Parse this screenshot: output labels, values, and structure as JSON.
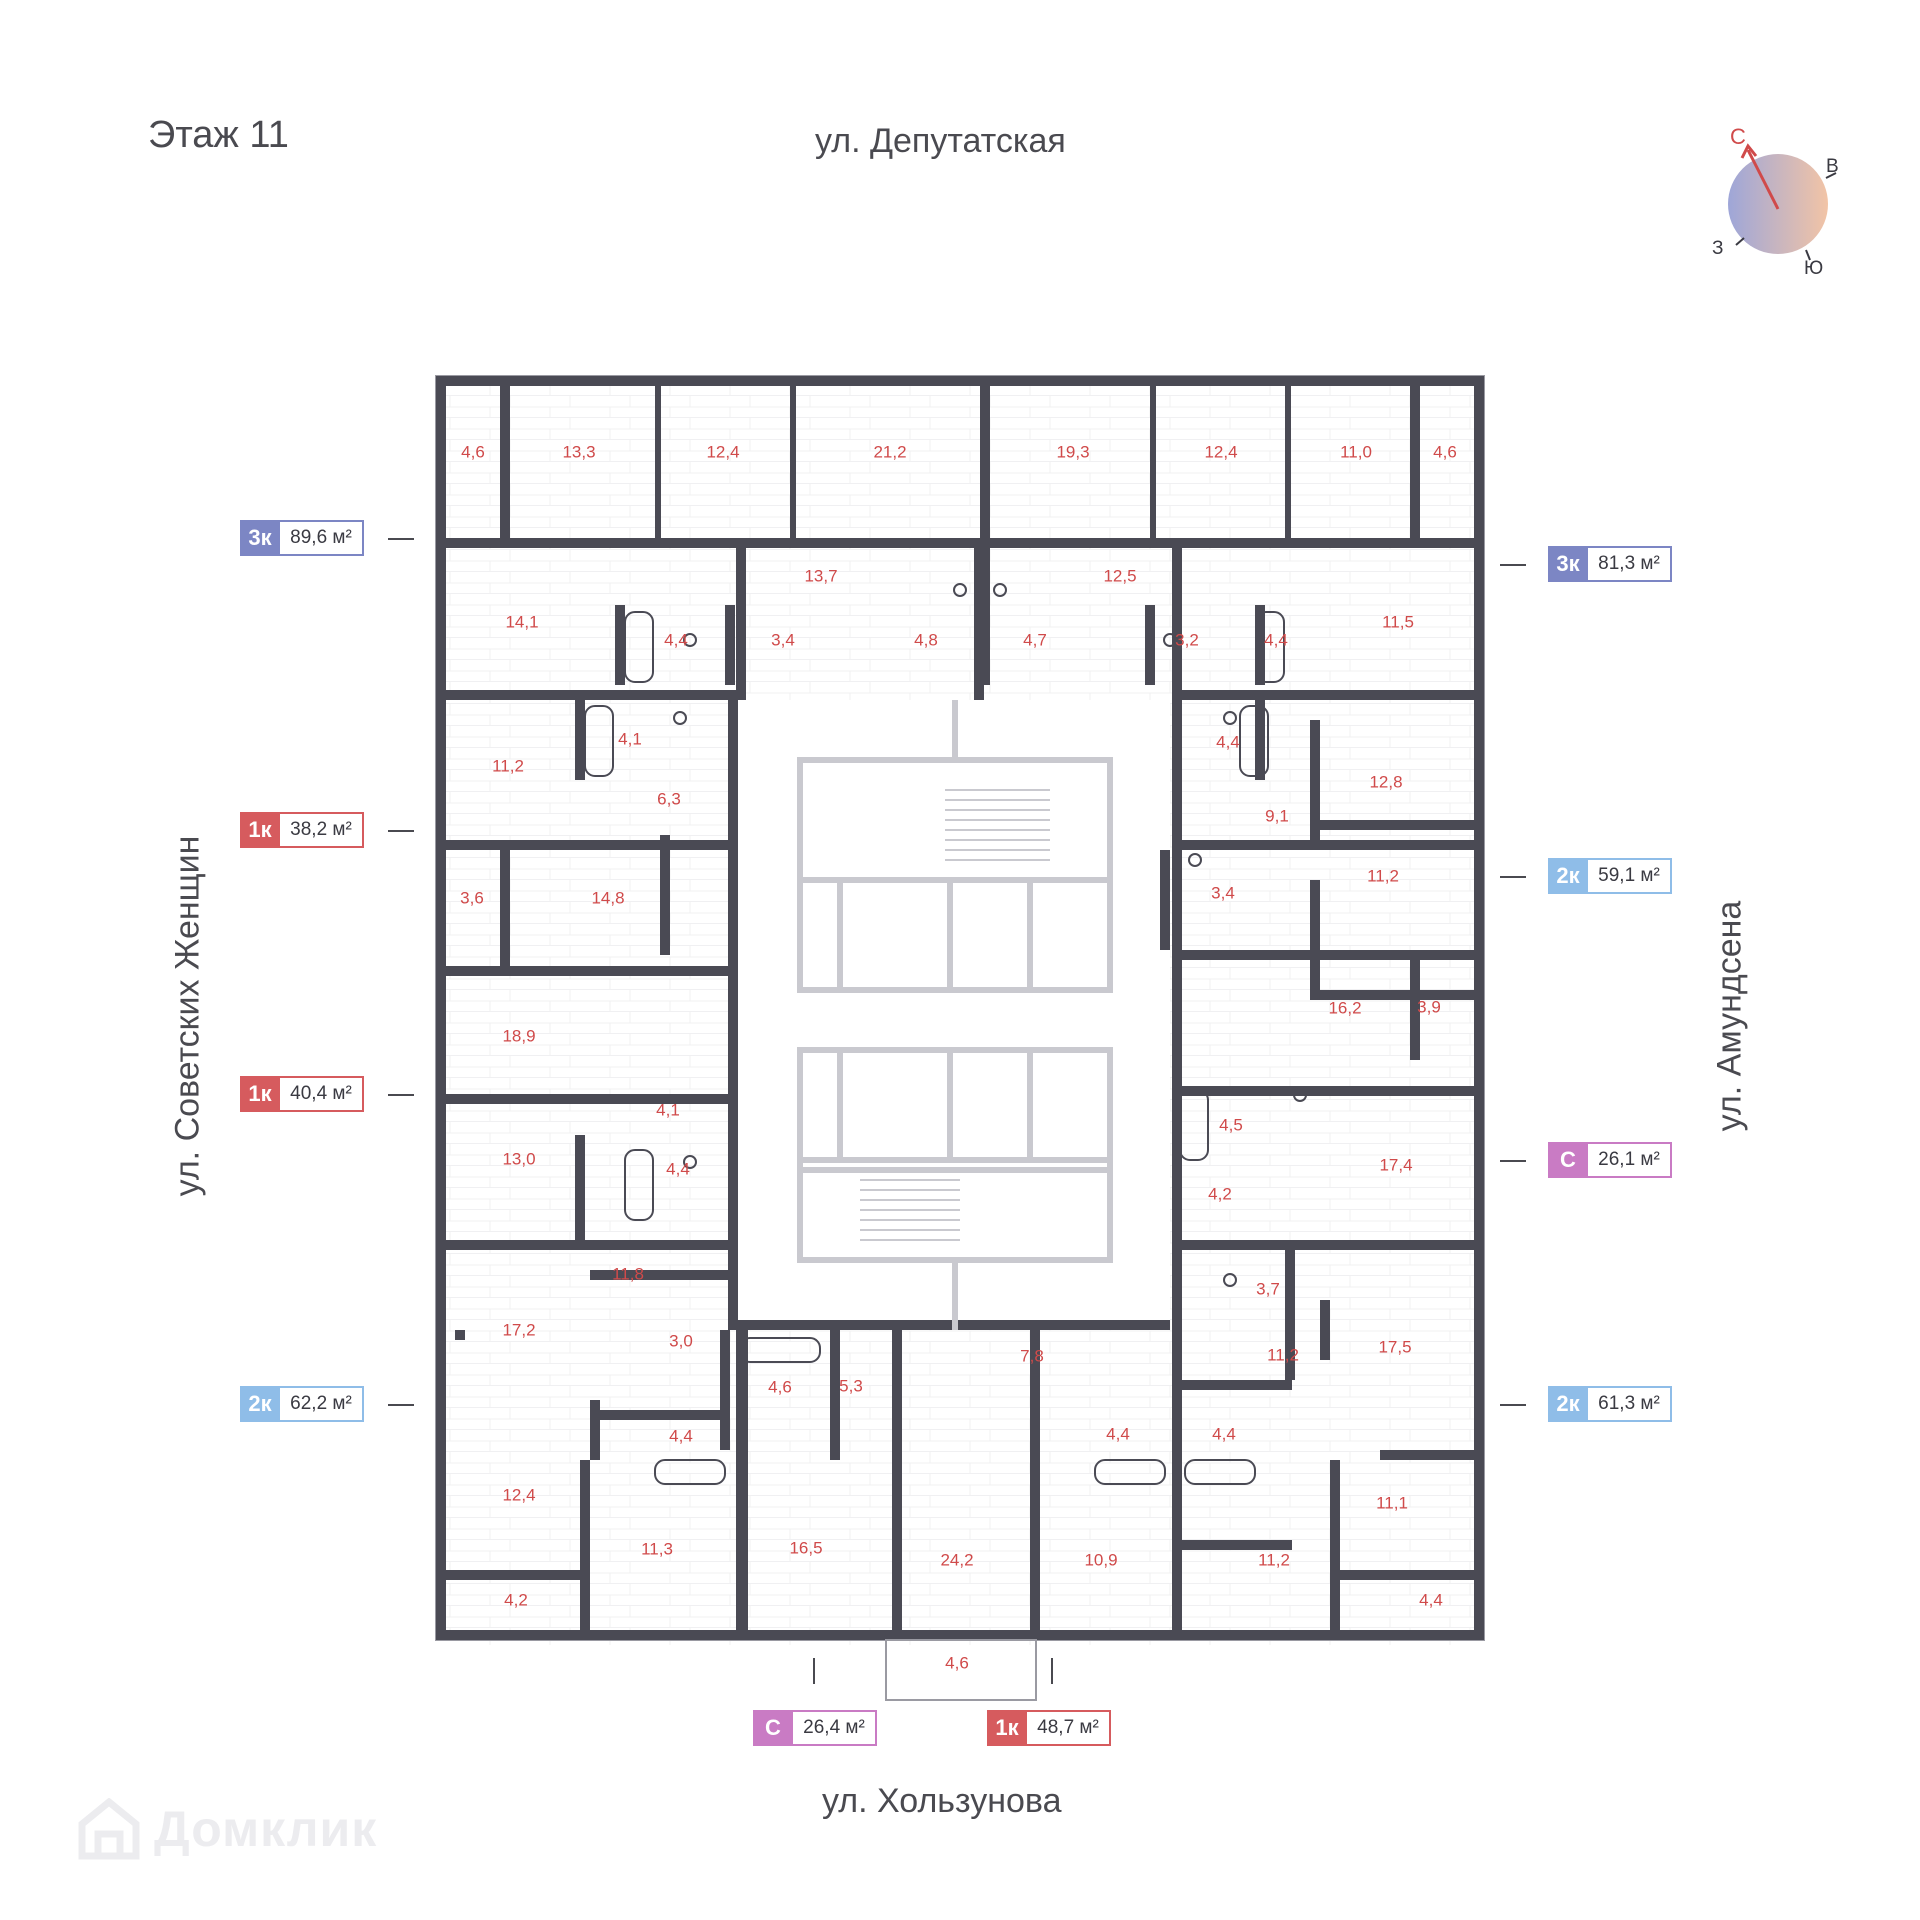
{
  "floor_title": "Этаж 11",
  "streets": {
    "top": "ул. Депутатская",
    "bottom": "ул. Хользунова",
    "left": "ул. Советских Женщин",
    "right": "ул. Амундсена"
  },
  "compass": {
    "north": "С",
    "east": "В",
    "south": "Ю",
    "west": "З"
  },
  "colors": {
    "wall": "#4a4a54",
    "lobby_line": "#c9c9cf",
    "floor_line": "#f0f0f2",
    "room_label": "#d04a4a",
    "type_3k": "#7c86c4",
    "type_2k": "#8fbde8",
    "type_1k": "#d65b5e",
    "type_studio": "#c97bc4"
  },
  "apartments": [
    {
      "id": "apt-3k-west",
      "type": "3к",
      "area": "89,6 м²"
    },
    {
      "id": "apt-3k-east",
      "type": "3к",
      "area": "81,3 м²"
    },
    {
      "id": "apt-1k-w1",
      "type": "1к",
      "area": "38,2 м²"
    },
    {
      "id": "apt-2k-e1",
      "type": "2к",
      "area": "59,1 м²"
    },
    {
      "id": "apt-1k-w2",
      "type": "1к",
      "area": "40,4 м²"
    },
    {
      "id": "apt-s-e",
      "type": "С",
      "area": "26,1 м²"
    },
    {
      "id": "apt-2k-w",
      "type": "2к",
      "area": "62,2 м²"
    },
    {
      "id": "apt-2k-e2",
      "type": "2к",
      "area": "61,3 м²"
    },
    {
      "id": "apt-s-south",
      "type": "С",
      "area": "26,4 м²"
    },
    {
      "id": "apt-1k-south",
      "type": "1к",
      "area": "48,7 м²"
    }
  ],
  "rooms": [
    "4,6",
    "13,3",
    "12,4",
    "21,2",
    "19,3",
    "12,4",
    "11,0",
    "4,6",
    "14,1",
    "4,4",
    "3,4",
    "13,7",
    "4,8",
    "4,7",
    "12,5",
    "3,2",
    "4,4",
    "11,5",
    "11,2",
    "4,1",
    "6,3",
    "3,6",
    "14,8",
    "18,9",
    "4,1",
    "13,0",
    "4,4",
    "11,8",
    "17,2",
    "3,0",
    "4,4",
    "12,4",
    "11,3",
    "4,2",
    "4,6",
    "5,3",
    "16,5",
    "24,2",
    "4,6",
    "7,8",
    "4,4",
    "4,4",
    "10,9",
    "4,4",
    "12,8",
    "9,1",
    "3,4",
    "11,2",
    "16,2",
    "3,9",
    "4,5",
    "17,4",
    "4,2",
    "3,7",
    "11,2",
    "17,5",
    "11,1",
    "11,2",
    "4,4"
  ],
  "watermark": "Домклик"
}
